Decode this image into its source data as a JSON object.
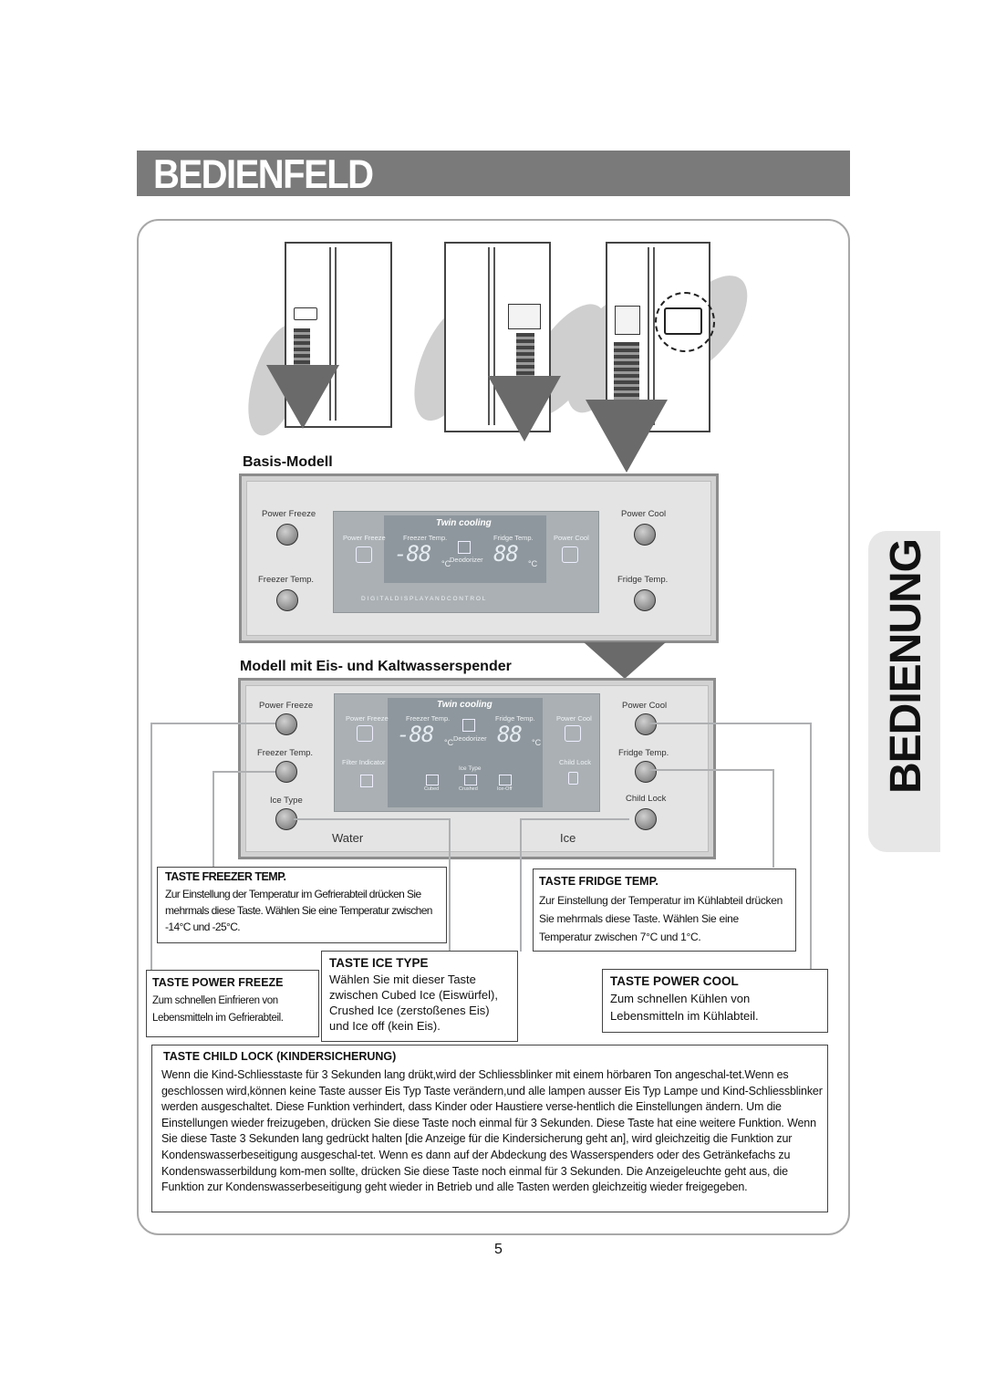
{
  "header": {
    "title": "BEDIENFELD"
  },
  "side_tab": {
    "label": "BEDIENUNG"
  },
  "models": {
    "basic": "Basis-Modell",
    "dispenser": "Modell mit Eis- und Kaltwasserspender"
  },
  "panel_basic": {
    "power_freeze": "Power Freeze",
    "freezer_temp": "Freezer Temp.",
    "power_cool": "Power Cool",
    "fridge_temp": "Fridge Temp.",
    "twin_cooling": "Twin cooling",
    "disp_power_freeze": "Power Freeze",
    "disp_freezer_temp": "Freezer Temp.",
    "disp_fridge_temp": "Fridge Temp.",
    "disp_power_cool": "Power Cool",
    "deodorizer": "Deodorizer",
    "seg_left": "-88",
    "seg_right": "88",
    "unit": "°C",
    "footer": "D I G I T A L   D I S P L A Y   A N D   C O N T R O L"
  },
  "panel_dispenser": {
    "power_freeze": "Power Freeze",
    "freezer_temp": "Freezer Temp.",
    "ice_type": "Ice Type",
    "power_cool": "Power Cool",
    "fridge_temp": "Fridge Temp.",
    "child_lock": "Child Lock",
    "water": "Water",
    "ice": "Ice",
    "twin_cooling": "Twin cooling",
    "disp_power_freeze": "Power Freeze",
    "disp_freezer_temp": "Freezer Temp.",
    "disp_fridge_temp": "Fridge Temp.",
    "disp_power_cool": "Power Cool",
    "deodorizer": "Deodorizer",
    "filter_indicator": "Filter Indicator",
    "disp_child_lock": "Child Lock",
    "disp_ice_type": "Ice Type",
    "cubed": "Cubed",
    "crushed": "Crushed",
    "ice_off": "Ice-Off",
    "seg_left": "-88",
    "seg_right": "88",
    "unit": "°C"
  },
  "callouts": {
    "freezer_temp": {
      "heading": "TASTE FREEZER TEMP.",
      "text": "Zur Einstellung der Temperatur im Gefrierabteil drücken Sie mehrmals diese Taste. Wählen Sie eine Temperatur zwischen  -14°C und -25°C."
    },
    "fridge_temp": {
      "heading": "TASTE FRIDGE TEMP.",
      "text": "Zur Einstellung der Temperatur im Kühlabteil drücken Sie mehrmals diese Taste. Wählen Sie eine Temperatur zwischen 7°C und 1°C."
    },
    "ice_type": {
      "heading": "TASTE ICE TYPE",
      "text": "Wählen Sie mit dieser Taste zwischen Cubed Ice (Eiswürfel), Crushed Ice (zerstoßenes Eis) und Ice off (kein Eis)."
    },
    "power_freeze": {
      "heading": "TASTE POWER FREEZE",
      "text": "Zum schnellen Einfrieren von Lebensmitteln im Gefrierabteil."
    },
    "power_cool": {
      "heading": "TASTE POWER COOL",
      "text": "Zum schnellen Kühlen von Lebensmitteln im Kühlabteil."
    },
    "child_lock": {
      "heading": "TASTE CHILD LOCK (KINDERSICHERUNG)",
      "text": "Wenn die Kind-Schliesstaste für 3 Sekunden lang drükt,wird der Schliessblinker mit einem hörbaren Ton angeschal-tet.Wenn es geschlossen wird,können keine Taste ausser Eis Typ Taste verändern,und alle lampen ausser Eis Typ Lampe und Kind-Schliessblinker werden ausgeschaltet. Diese Funktion verhindert, dass Kinder oder Haustiere verse-hentlich die Einstellungen  ändern. Um die Einstellungen wieder freizugeben, drücken Sie diese Taste noch einmal für 3 Sekunden. Diese Taste hat eine weitere Funktion. Wenn Sie diese Taste 3 Sekunden lang gedrückt halten [die Anzeige für die Kindersicherung geht an], wird gleichzeitig die Funktion zur Kondenswasserbeseitigung ausgeschal-tet. Wenn es dann auf der Abdeckung des Wasserspenders oder des Getränkefachs zu Kondenswasserbildung kom-men sollte, drücken Sie diese Taste noch einmal für 3 Sekunden. Die Anzeigeleuchte geht aus, die Funktion zur Kondenswasserbeseitigung geht wieder in Betrieb und alle Tasten werden gleichzeitig wieder freigegeben."
    }
  },
  "page_number": "5"
}
